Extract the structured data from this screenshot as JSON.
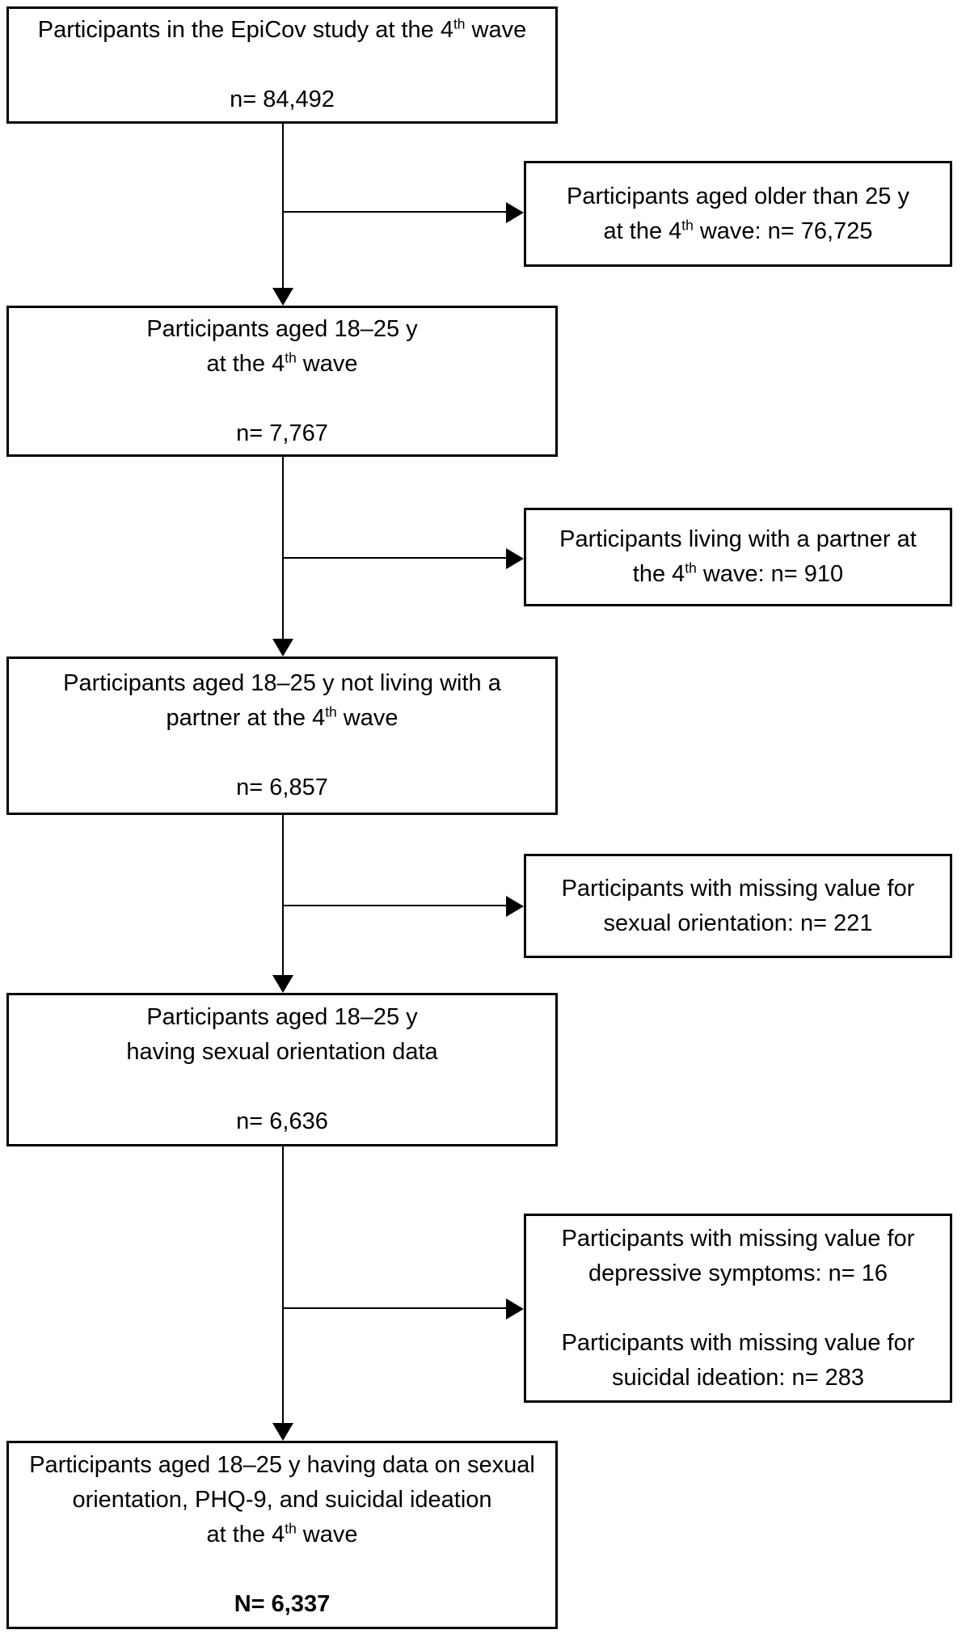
{
  "figure": {
    "background": "#ffffff",
    "line_color": "#000000",
    "text_color": "#000000"
  },
  "flow": {
    "main": [
      {
        "lines": [
          {
            "pre": "Participants in the EpiCov study at the 4",
            "sup": "th",
            "post": " wave"
          }
        ],
        "count": "n= 84,492"
      },
      {
        "lines": [
          {
            "pre": "Participants aged 18–25 y"
          },
          {
            "pre": "at the 4",
            "sup": "th",
            "post": " wave"
          }
        ],
        "count": "n= 7,767"
      },
      {
        "lines": [
          {
            "pre": "Participants aged 18–25 y not living with a"
          },
          {
            "pre": "partner at the 4",
            "sup": "th",
            "post": " wave"
          }
        ],
        "count": "n= 6,857"
      },
      {
        "lines": [
          {
            "pre": "Participants aged 18–25 y"
          },
          {
            "pre": "having sexual orientation data"
          }
        ],
        "count": "n= 6,636"
      },
      {
        "lines": [
          {
            "pre": "Participants aged 18–25 y having data on sexual"
          },
          {
            "pre": "orientation, PHQ-9, and suicidal ideation"
          },
          {
            "pre": "at the 4",
            "sup": "th",
            "post": " wave"
          }
        ],
        "count": "N= 6,337"
      }
    ],
    "excluded": [
      {
        "lines": [
          {
            "pre": "Participants aged older than 25 y"
          },
          {
            "pre": "at the 4",
            "sup": "th",
            "post": " wave: n= 76,725"
          }
        ]
      },
      {
        "lines": [
          {
            "pre": "Participants living with a partner at"
          },
          {
            "pre": "the 4",
            "sup": "th",
            "post": " wave: n= 910"
          }
        ]
      },
      {
        "lines": [
          {
            "pre": "Participants with missing value for"
          },
          {
            "pre": "sexual orientation: n= 221"
          }
        ]
      },
      {
        "paragraphs": [
          [
            {
              "pre": "Participants with missing value for"
            },
            {
              "pre": "depressive symptoms: n= 16"
            }
          ],
          [
            {
              "pre": "Participants with missing value for"
            },
            {
              "pre": "suicidal ideation: n= 283"
            }
          ]
        ]
      }
    ]
  }
}
